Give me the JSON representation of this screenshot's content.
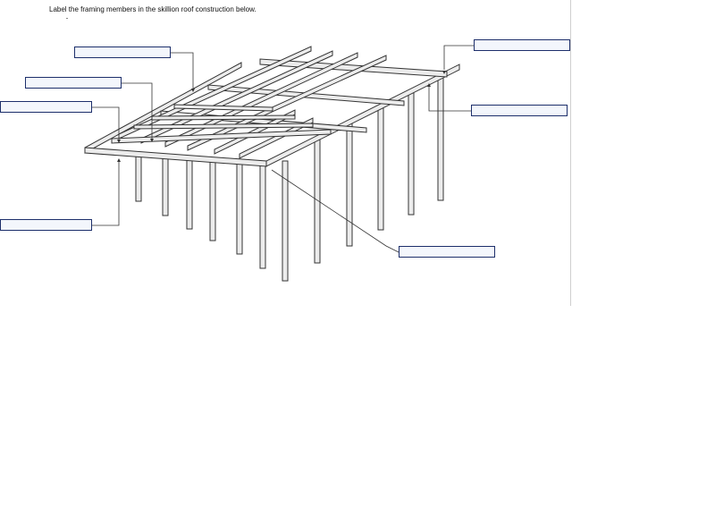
{
  "instruction": "Label the framing members in the skillion roof construction below.",
  "answer_boxes": [
    {
      "id": "label-1",
      "value": ""
    },
    {
      "id": "label-2",
      "value": ""
    },
    {
      "id": "label-3",
      "value": ""
    },
    {
      "id": "label-4",
      "value": ""
    },
    {
      "id": "label-5",
      "value": ""
    },
    {
      "id": "label-6",
      "value": ""
    },
    {
      "id": "label-7",
      "value": ""
    }
  ],
  "colors": {
    "box_border": "#1d2f6b",
    "box_fill": "#f3f6fc",
    "frame_fill": "#ececec",
    "line": "#333333"
  }
}
